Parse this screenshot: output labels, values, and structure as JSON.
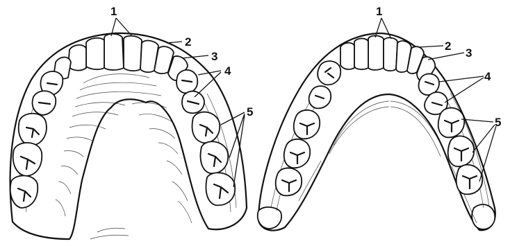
{
  "labels": {
    "l1": "1",
    "l2": "2",
    "l3": "3",
    "l4": "4",
    "l5": "5",
    "r1": "1",
    "r2": "2",
    "r3": "3",
    "r4": "4",
    "r5": "5"
  }
}
